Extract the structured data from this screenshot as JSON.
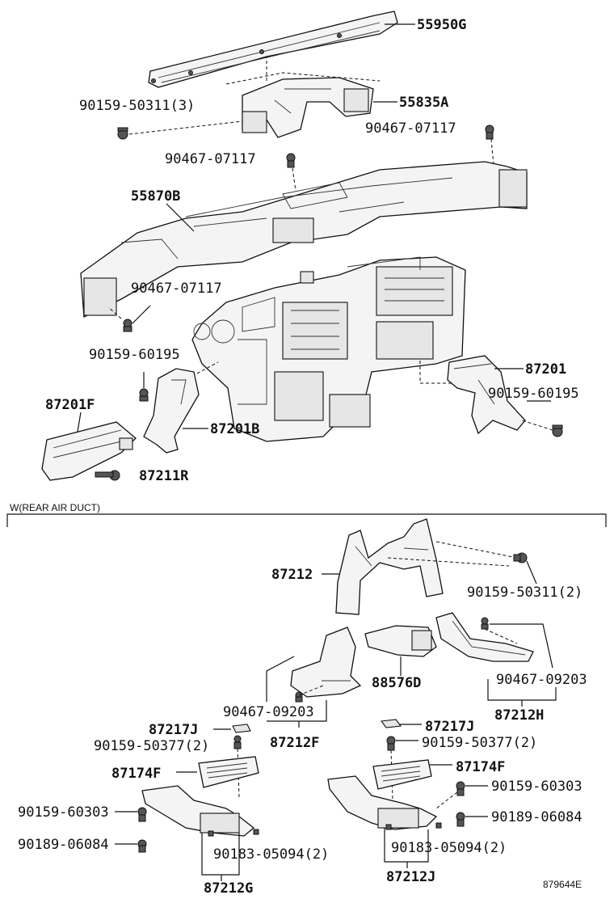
{
  "section_heading": "W(REAR AIR DUCT)",
  "figure_id": "879644E",
  "labels": {
    "p55950G": "55950G",
    "p55835A": "55835A",
    "p90159_50311_3": "90159-50311(3)",
    "p90467_07117_a": "90467-07117",
    "p90467_07117_b": "90467-07117",
    "p55870B": "55870B",
    "p90467_07117_c": "90467-07117",
    "p90159_60195_a": "90159-60195",
    "p87201": "87201",
    "p90159_60195_b": "90159-60195",
    "p87201F": "87201F",
    "p87201B": "87201B",
    "p87211R": "87211R",
    "p87212": "87212",
    "p90159_50311_2": "90159-50311(2)",
    "p88576D": "88576D",
    "p90467_09203_a": "90467-09203",
    "p87212H": "87212H",
    "p90467_09203_b": "90467-09203",
    "p87212F": "87212F",
    "p87217J_a": "87217J",
    "p90159_50377_a": "90159-50377(2)",
    "p87217J_b": "87217J",
    "p90159_50377_b": "90159-50377(2)",
    "p87174F_a": "87174F",
    "p87174F_b": "87174F",
    "p90159_60303_a": "90159-60303",
    "p90159_60303_b": "90159-60303",
    "p90189_06084_a": "90189-06084",
    "p90189_06084_b": "90189-06084",
    "p90183_05094_a": "90183-05094(2)",
    "p90183_05094_b": "90183-05094(2)",
    "p87212G": "87212G",
    "p87212J": "87212J"
  }
}
